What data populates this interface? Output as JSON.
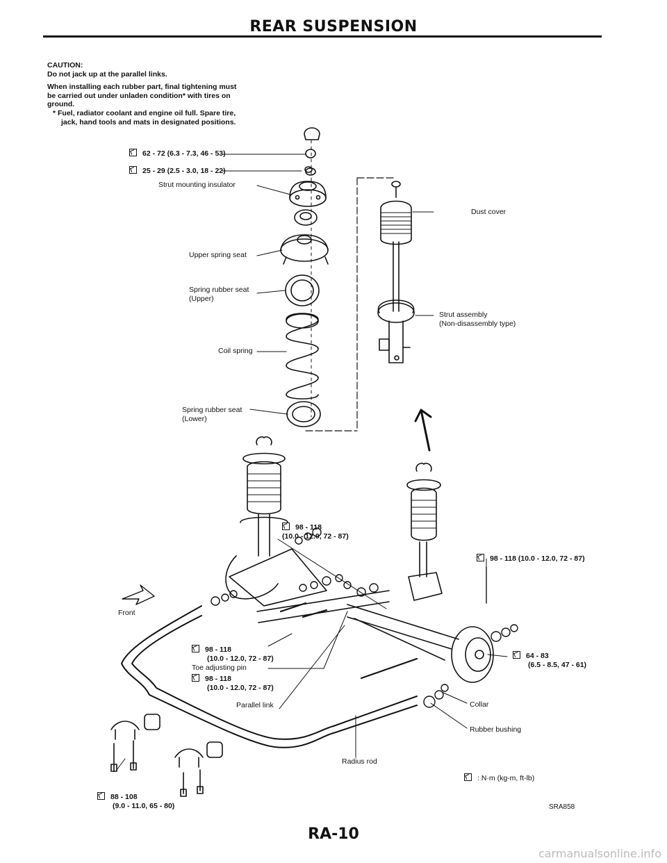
{
  "header": {
    "title": "REAR SUSPENSION"
  },
  "caution": {
    "heading": "CAUTION:",
    "line1": "Do not jack up at the parallel links.",
    "line2": "When installing each rubber part, final tightening must be carried out under unladen condition* with tires on ground.",
    "note": "* Fuel, radiator coolant and engine oil full. Spare tire, jack, hand tools and mats in designated positions."
  },
  "torque_specs": {
    "top_nut": "62 - 72 (6.3 - 7.3, 46 - 53)",
    "insulator_nut": "25 - 29 (2.5 - 3.0, 18 - 22)",
    "link_mid_a": "98 - 118",
    "link_mid_b": "(10.0 - 12.0, 72 - 87)",
    "strut_knuckle": "98 - 118 (10.0 - 12.0, 72 - 87)",
    "toe_a": "98 - 118",
    "toe_b": "(10.0 - 12.0, 72 - 87)",
    "parallel_a": "98 - 118",
    "parallel_b": "(10.0 - 12.0, 72 - 87)",
    "hub_a": "64 - 83",
    "hub_b": "(6.5 - 8.5, 47 - 61)",
    "stabilizer_a": "88 - 108",
    "stabilizer_b": "(9.0 - 11.0, 65 - 80)"
  },
  "labels": {
    "strut_mounting_insulator": "Strut mounting insulator",
    "upper_spring_seat": "Upper spring seat",
    "spring_rubber_seat_upper_a": "Spring rubber seat",
    "spring_rubber_seat_upper_b": "(Upper)",
    "coil_spring": "Coil spring",
    "spring_rubber_seat_lower_a": "Spring rubber seat",
    "spring_rubber_seat_lower_b": "(Lower)",
    "dust_cover": "Dust cover",
    "strut_assembly_a": "Strut assembly",
    "strut_assembly_b": "(Non-disassembly type)",
    "front": "Front",
    "toe_adjusting_pin": "Toe adjusting pin",
    "parallel_link": "Parallel link",
    "collar": "Collar",
    "rubber_bushing": "Rubber bushing",
    "radius_rod": "Radius rod"
  },
  "legend": {
    "unit": ": N·m (kg-m, ft-lb)"
  },
  "footer": {
    "figure_id": "SRA858",
    "page": "RA-10"
  },
  "watermark": "carmanualsonline.info"
}
